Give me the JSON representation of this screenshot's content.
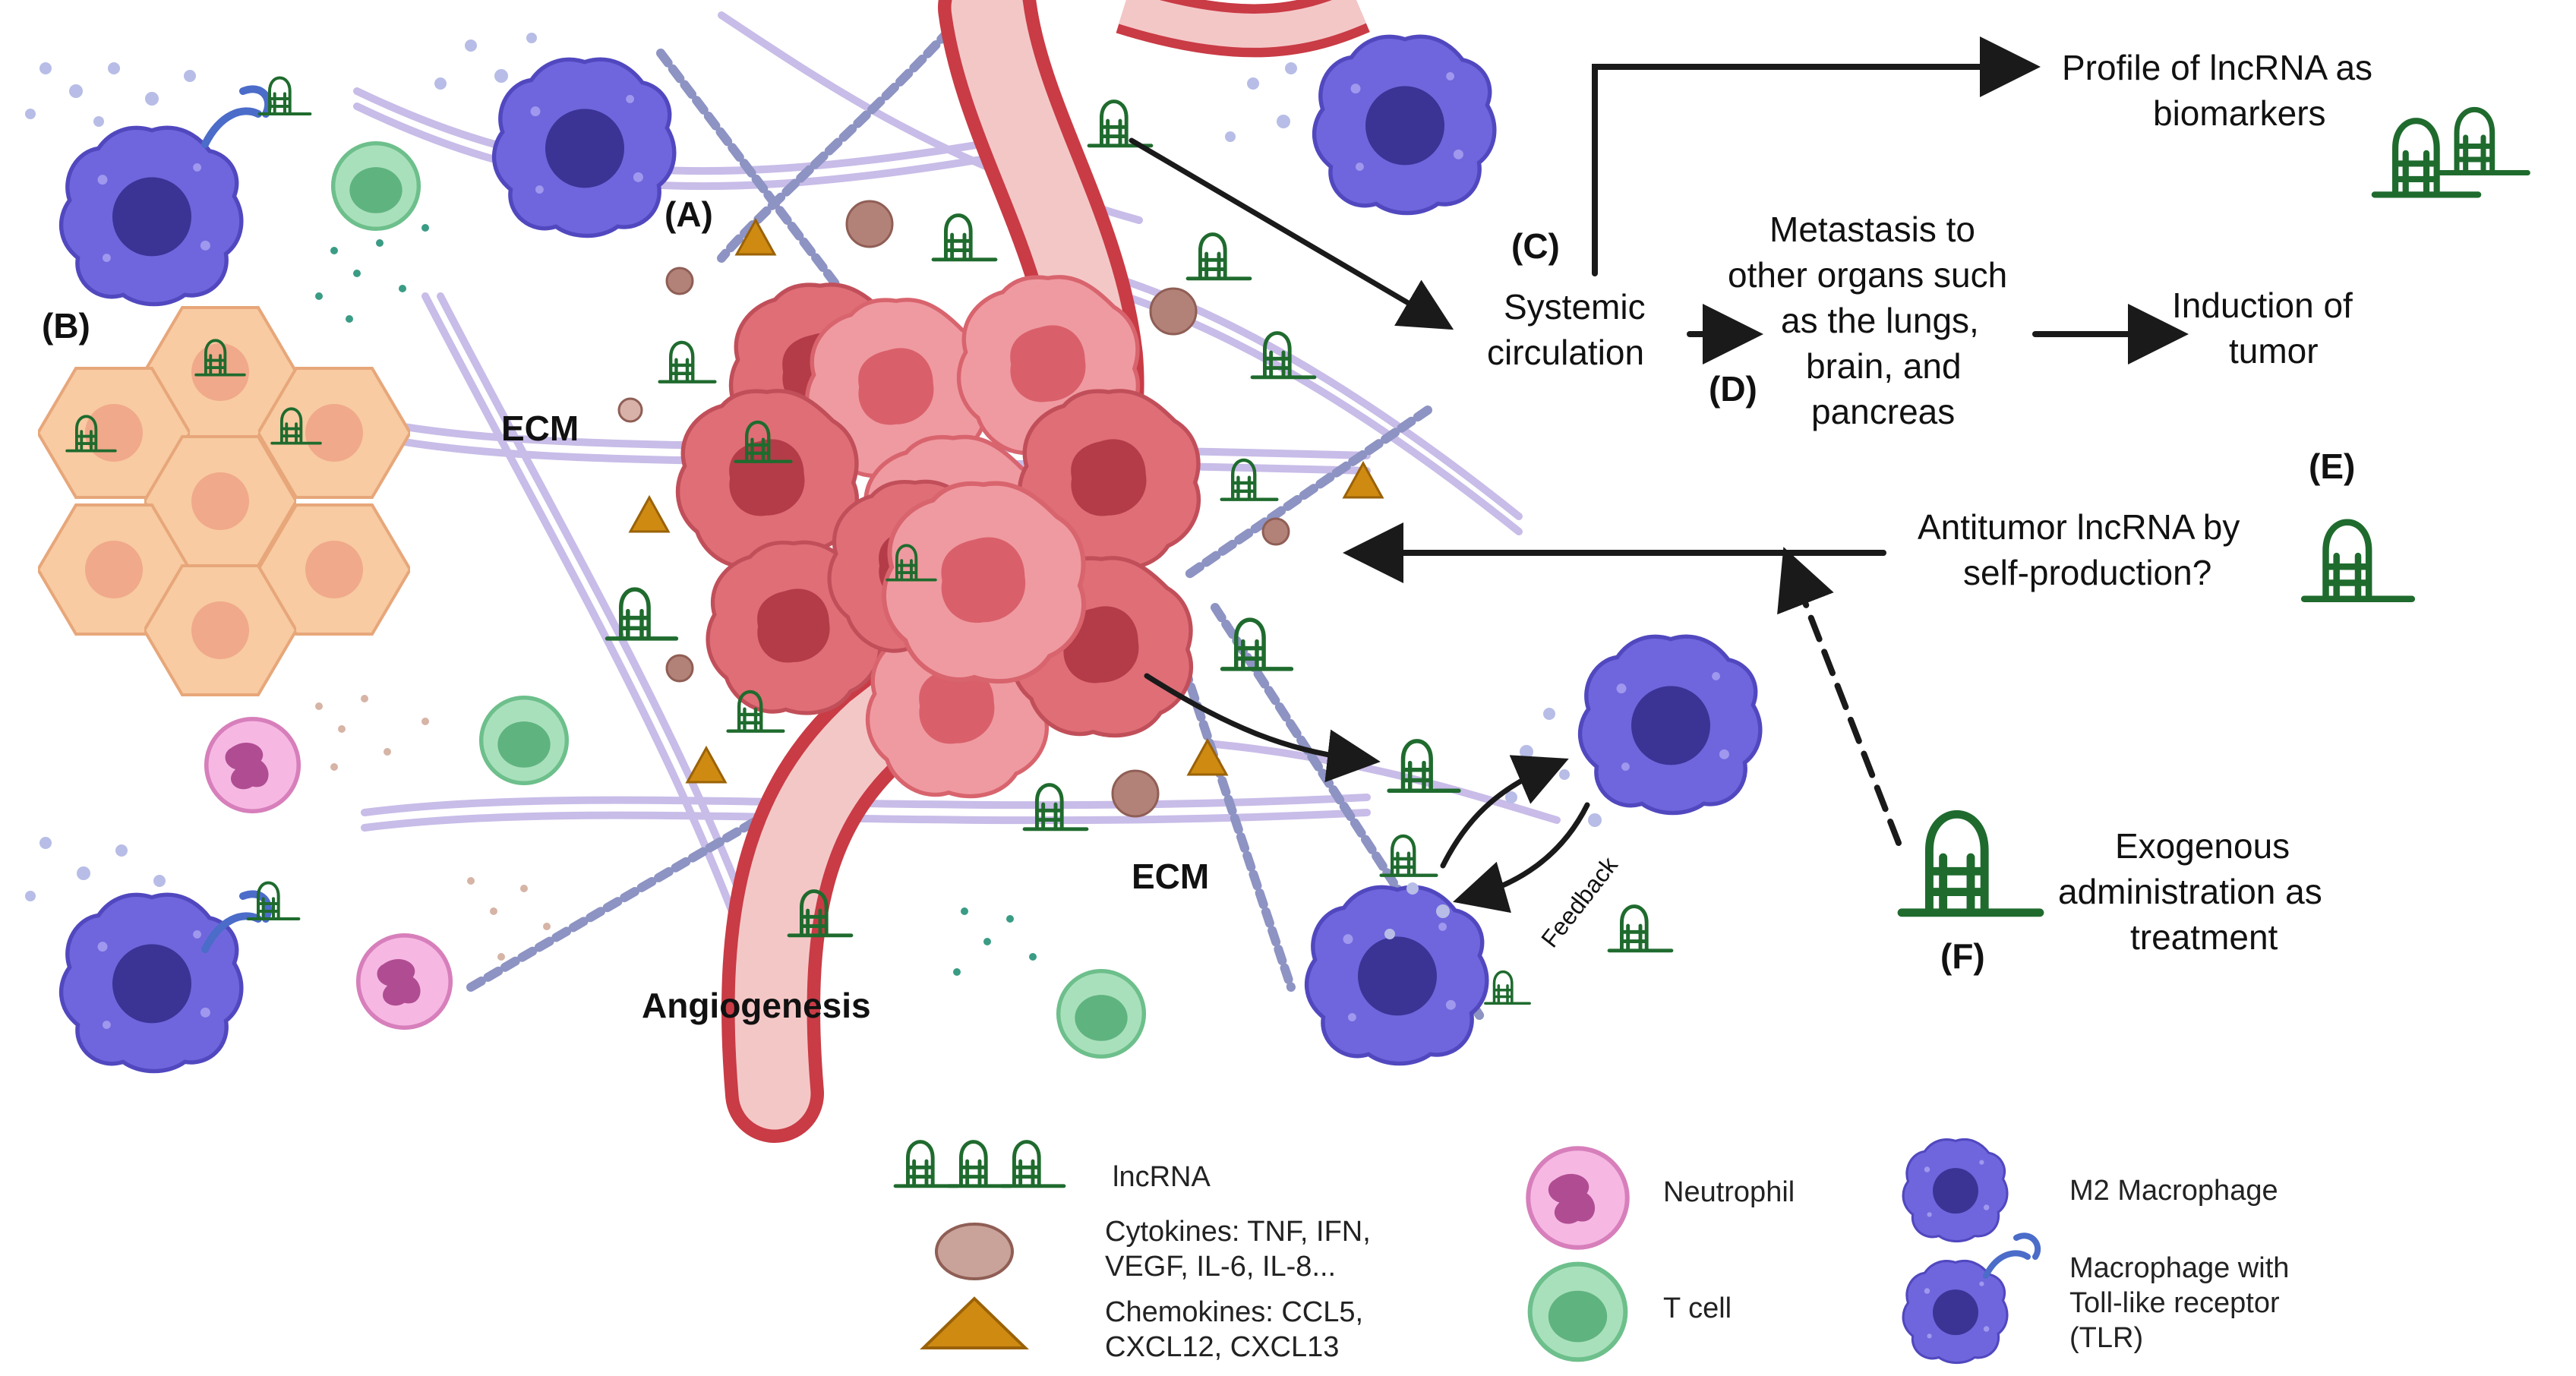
{
  "colors": {
    "macrophage": "#6f66dd",
    "macrophage_nucleus": "#3b3495",
    "tumor": "#e77f86",
    "tumor_dark": "#c94d58",
    "vessel_wall": "#c93b45",
    "vessel_lumen": "#f4c7c7",
    "lncrna": "#1f6b2e",
    "ecm_fiber": "#b8a9e0",
    "chemokine": "#cf8a12",
    "cytokine": "#b28279",
    "tcell": "#8ed1a6",
    "neutrophil": "#ee9ad7",
    "epithelial": "#f8cba2",
    "arrow": "#1a1a1a"
  },
  "labels": {
    "A": "(A)",
    "B": "(B)",
    "C": "(C)",
    "D": "(D)",
    "E": "(E)",
    "F": "(F)",
    "ecm_left": "ECM",
    "ecm_right": "ECM",
    "angiogenesis": "Angiogenesis",
    "feedback": "Feedback"
  },
  "flow": {
    "biomarkers_line1": "Profile of lncRNA as",
    "biomarkers_line2": "biomarkers",
    "systemic_line1": "Systemic",
    "systemic_line2": "circulation",
    "metastasis_line1": "Metastasis to",
    "metastasis_line2": "other organs such",
    "metastasis_line3": "as the lungs,",
    "metastasis_line4": "brain, and",
    "metastasis_line5": "pancreas",
    "induction_line1": "Induction of",
    "induction_line2": "tumor",
    "antitumor_line1": "Antitumor lncRNA by",
    "antitumor_line2": "self-production?",
    "exogenous_line1": "Exogenous",
    "exogenous_line2": "administration as",
    "exogenous_line3": "treatment"
  },
  "legend": {
    "lncrna": "lncRNA",
    "cytokines_line1": "Cytokines: TNF, IFN,",
    "cytokines_line2": "VEGF, IL-6, IL-8...",
    "chemokines_line1": "Chemokines: CCL5,",
    "chemokines_line2": "CXCL12, CXCL13",
    "neutrophil": "Neutrophil",
    "tcell": "T cell",
    "m2": "M2 Macrophage",
    "tlr_line1": "Macrophage with",
    "tlr_line2": "Toll-like receptor",
    "tlr_line3": "(TLR)"
  }
}
